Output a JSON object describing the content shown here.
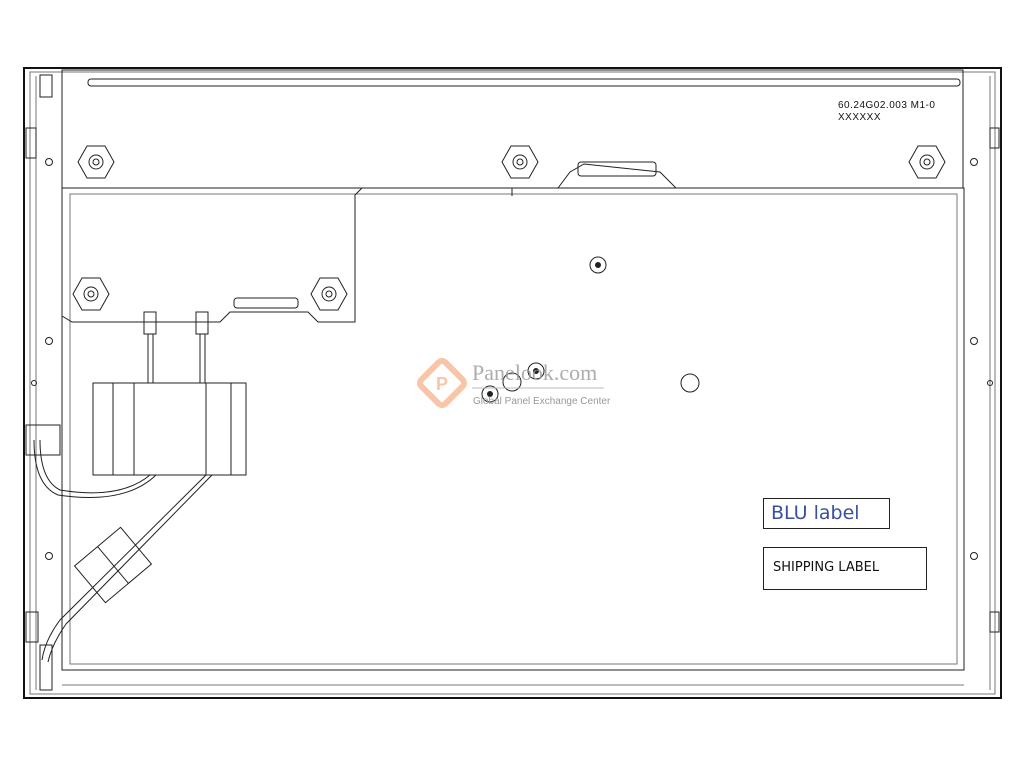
{
  "drawing": {
    "part_number": "60.24G02.003  M1-0",
    "serial": "XXXXXX",
    "blu_label": "BLU  label",
    "shipping_label": "SHIPPING  LABEL"
  },
  "watermark": {
    "site": "Panelook.com",
    "tagline": "Global Panel Exchange Center",
    "color": "#f4a070"
  }
}
